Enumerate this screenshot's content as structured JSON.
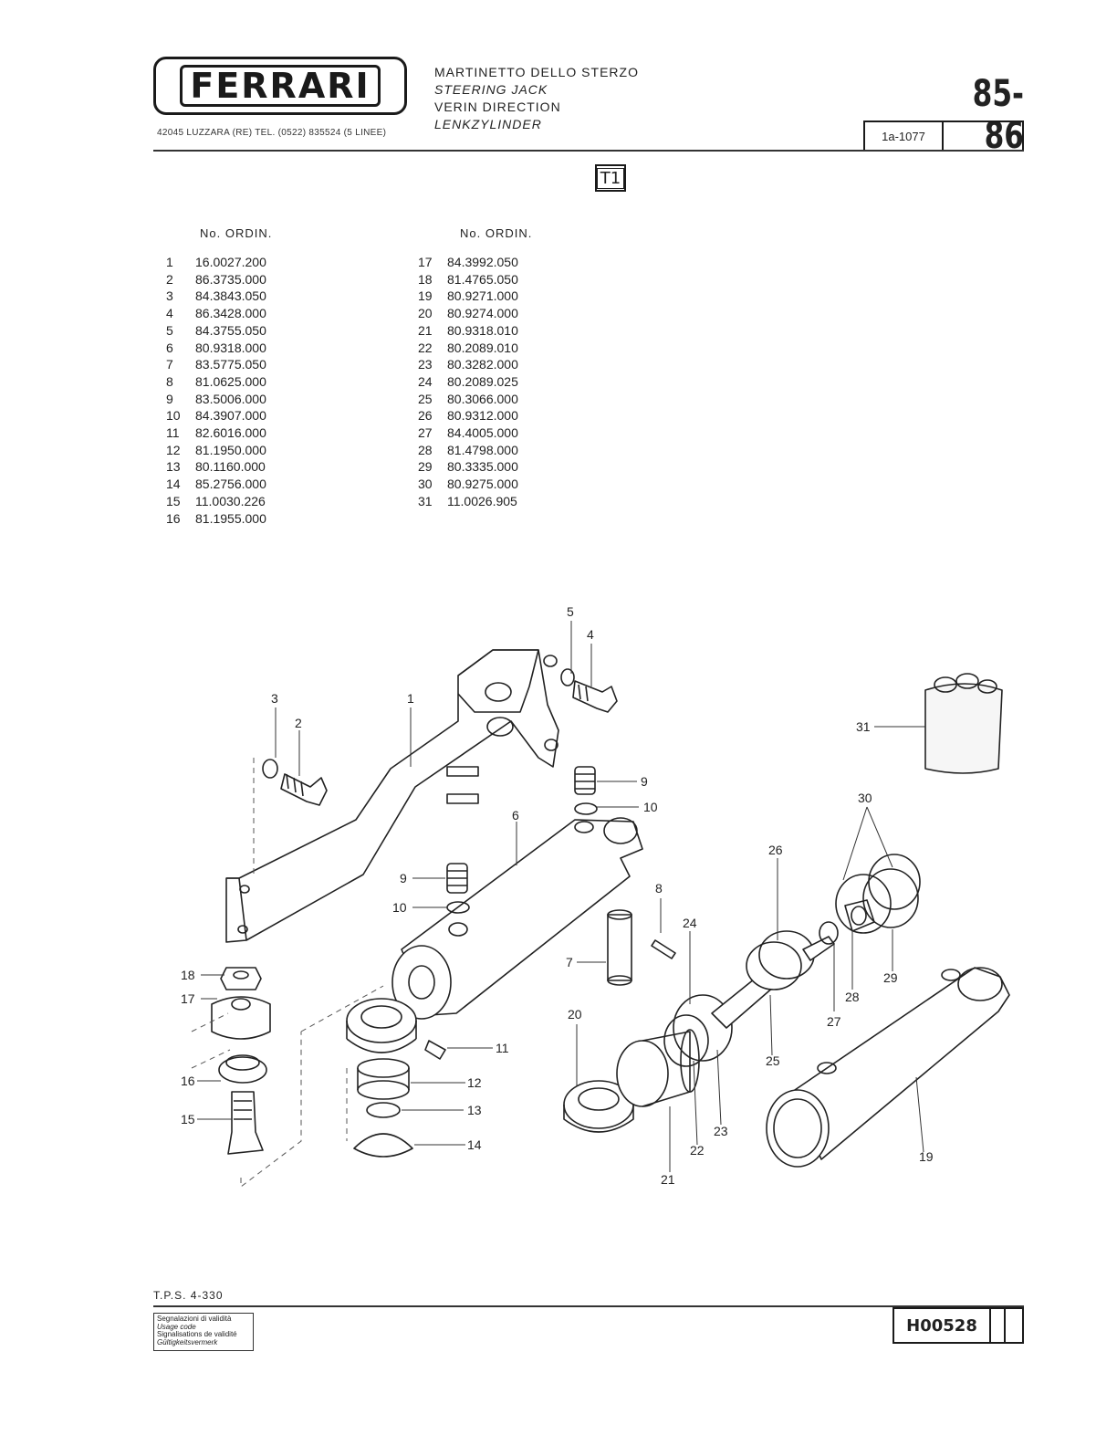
{
  "header": {
    "logo": "FERRARI",
    "address": "42045 LUZZARA (RE)    TEL. (0522) 835524 (5 LINEE)",
    "title_it": "MARTINETTO DELLO STERZO",
    "title_en": "STEERING JACK",
    "title_fr": "VERIN DIRECTION",
    "title_de": "LENKZYLINDER",
    "model": "85-86",
    "ref": "1a-1077"
  },
  "section": "T1",
  "parts_table": {
    "column_header": "No. ORDIN.",
    "left": [
      {
        "n": "1",
        "code": "16.0027.200"
      },
      {
        "n": "2",
        "code": "86.3735.000"
      },
      {
        "n": "3",
        "code": "84.3843.050"
      },
      {
        "n": "4",
        "code": "86.3428.000"
      },
      {
        "n": "5",
        "code": "84.3755.050"
      },
      {
        "n": "6",
        "code": "80.9318.000"
      },
      {
        "n": "7",
        "code": "83.5775.050"
      },
      {
        "n": "8",
        "code": "81.0625.000"
      },
      {
        "n": "9",
        "code": "83.5006.000"
      },
      {
        "n": "10",
        "code": "84.3907.000"
      },
      {
        "n": "11",
        "code": "82.6016.000"
      },
      {
        "n": "12",
        "code": "81.1950.000"
      },
      {
        "n": "13",
        "code": "80.1160.000"
      },
      {
        "n": "14",
        "code": "85.2756.000"
      },
      {
        "n": "15",
        "code": "11.0030.226"
      },
      {
        "n": "16",
        "code": "81.1955.000"
      }
    ],
    "right": [
      {
        "n": "17",
        "code": "84.3992.050"
      },
      {
        "n": "18",
        "code": "81.4765.050"
      },
      {
        "n": "19",
        "code": "80.9271.000"
      },
      {
        "n": "20",
        "code": "80.9274.000"
      },
      {
        "n": "21",
        "code": "80.9318.010"
      },
      {
        "n": "22",
        "code": "80.2089.010"
      },
      {
        "n": "23",
        "code": "80.3282.000"
      },
      {
        "n": "24",
        "code": "80.2089.025"
      },
      {
        "n": "25",
        "code": "80.3066.000"
      },
      {
        "n": "26",
        "code": "80.9312.000"
      },
      {
        "n": "27",
        "code": "84.4005.000"
      },
      {
        "n": "28",
        "code": "81.4798.000"
      },
      {
        "n": "29",
        "code": "80.3335.000"
      },
      {
        "n": "30",
        "code": "80.9275.000"
      },
      {
        "n": "31",
        "code": "11.0026.905"
      }
    ]
  },
  "diagram_callouts": [
    "1",
    "2",
    "3",
    "4",
    "5",
    "6",
    "7",
    "8",
    "9",
    "10",
    "9",
    "10",
    "11",
    "12",
    "13",
    "14",
    "15",
    "16",
    "17",
    "18",
    "19",
    "20",
    "21",
    "22",
    "23",
    "24",
    "25",
    "26",
    "27",
    "28",
    "29",
    "30",
    "31"
  ],
  "footer": {
    "code": "T.P.S. 4-330",
    "usage_it": "Segnalazioni di validità",
    "usage_en": "Usage code",
    "usage_fr": "Signalisations de validité",
    "usage_de": "Gültigkeitsvermerk",
    "doc_number": "H00528"
  }
}
